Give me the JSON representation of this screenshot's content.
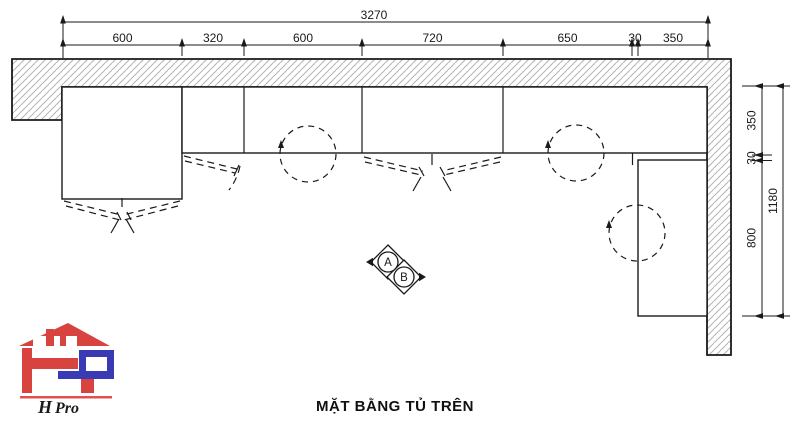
{
  "title": "MẶT BẰNG TỦ TRÊN",
  "dimensions": {
    "top": {
      "overall": "3270",
      "segments": [
        "600",
        "320",
        "600",
        "720",
        "650",
        "30",
        "350"
      ]
    },
    "right": {
      "overall": "1180",
      "segments": [
        "350",
        "30",
        "800"
      ]
    }
  },
  "section_markers": {
    "a": "A",
    "b": "B"
  },
  "logo": {
    "h": "H",
    "pro": "Pro"
  },
  "colors": {
    "line": "#1a1a1a",
    "hatch": "#b3b3b3",
    "logo_red": "#d8423f",
    "logo_blue": "#3a3ab5"
  }
}
